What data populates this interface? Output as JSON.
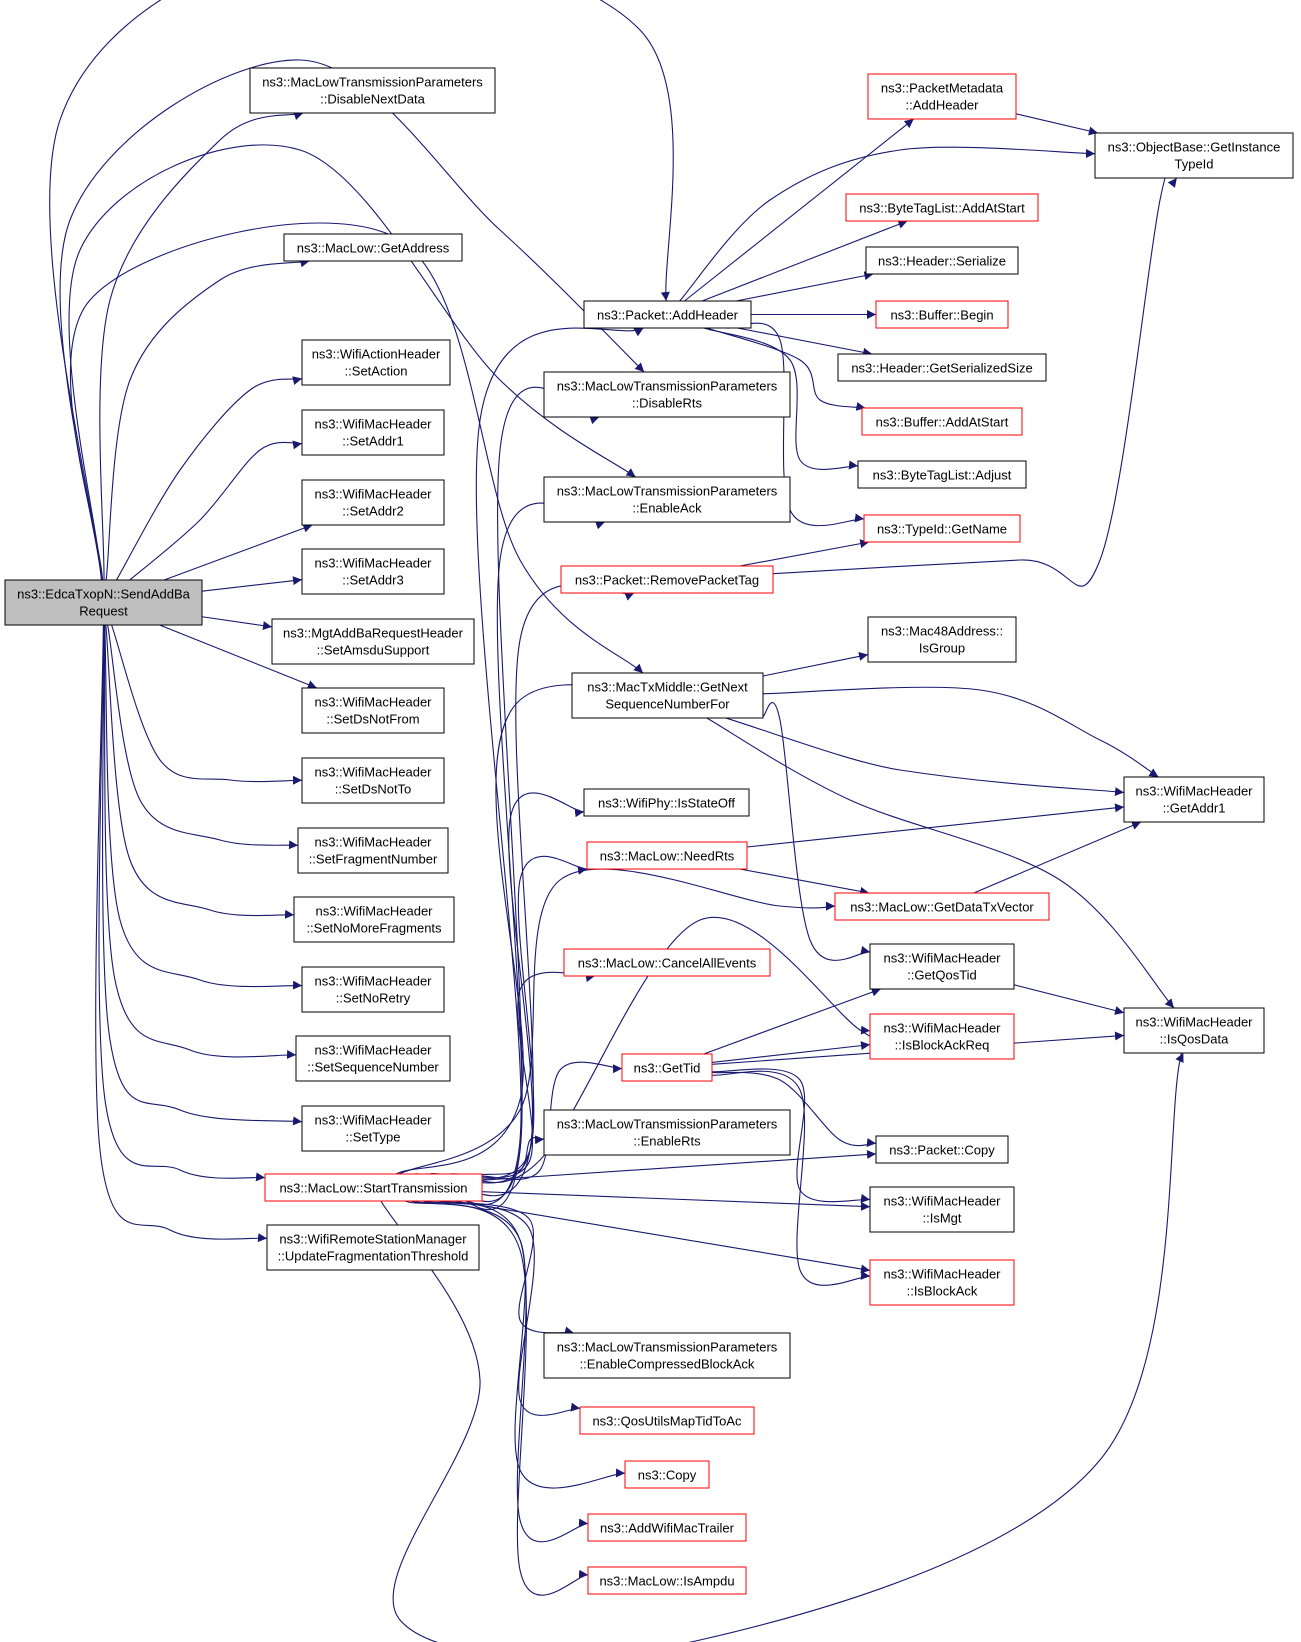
{
  "colors": {
    "edge": "#191970",
    "root_fill": "#bfbfbf",
    "normal_border": "#000000",
    "red_border": "#ff0000"
  },
  "nodes": [
    {
      "id": "root",
      "lines": [
        "ns3::EdcaTxopN::SendAddBa",
        "Request"
      ],
      "style": "root"
    },
    {
      "id": "disableNextData",
      "lines": [
        "ns3::MacLowTransmissionParameters",
        "::DisableNextData"
      ],
      "style": "black"
    },
    {
      "id": "getAddress",
      "lines": [
        "ns3::MacLow::GetAddress"
      ],
      "style": "black"
    },
    {
      "id": "setAction",
      "lines": [
        "ns3::WifiActionHeader",
        "::SetAction"
      ],
      "style": "black"
    },
    {
      "id": "setAddr1",
      "lines": [
        "ns3::WifiMacHeader",
        "::SetAddr1"
      ],
      "style": "black"
    },
    {
      "id": "setAddr2",
      "lines": [
        "ns3::WifiMacHeader",
        "::SetAddr2"
      ],
      "style": "black"
    },
    {
      "id": "setAddr3",
      "lines": [
        "ns3::WifiMacHeader",
        "::SetAddr3"
      ],
      "style": "black"
    },
    {
      "id": "setAmsdu",
      "lines": [
        "ns3::MgtAddBaRequestHeader",
        "::SetAmsduSupport"
      ],
      "style": "black"
    },
    {
      "id": "setDsNotFrom",
      "lines": [
        "ns3::WifiMacHeader",
        "::SetDsNotFrom"
      ],
      "style": "black"
    },
    {
      "id": "setDsNotTo",
      "lines": [
        "ns3::WifiMacHeader",
        "::SetDsNotTo"
      ],
      "style": "black"
    },
    {
      "id": "setFragNum",
      "lines": [
        "ns3::WifiMacHeader",
        "::SetFragmentNumber"
      ],
      "style": "black"
    },
    {
      "id": "setNoMoreFrag",
      "lines": [
        "ns3::WifiMacHeader",
        "::SetNoMoreFragments"
      ],
      "style": "black"
    },
    {
      "id": "setNoRetry",
      "lines": [
        "ns3::WifiMacHeader",
        "::SetNoRetry"
      ],
      "style": "black"
    },
    {
      "id": "setSeqNum",
      "lines": [
        "ns3::WifiMacHeader",
        "::SetSequenceNumber"
      ],
      "style": "black"
    },
    {
      "id": "setType",
      "lines": [
        "ns3::WifiMacHeader",
        "::SetType"
      ],
      "style": "black"
    },
    {
      "id": "startTx",
      "lines": [
        "ns3::MacLow::StartTransmission"
      ],
      "style": "red"
    },
    {
      "id": "updFrag",
      "lines": [
        "ns3::WifiRemoteStationManager",
        "::UpdateFragmentationThreshold"
      ],
      "style": "black"
    },
    {
      "id": "addHeader",
      "lines": [
        "ns3::Packet::AddHeader"
      ],
      "style": "black"
    },
    {
      "id": "disableRts",
      "lines": [
        "ns3::MacLowTransmissionParameters",
        "::DisableRts"
      ],
      "style": "black"
    },
    {
      "id": "enableAck",
      "lines": [
        "ns3::MacLowTransmissionParameters",
        "::EnableAck"
      ],
      "style": "black"
    },
    {
      "id": "removeTag",
      "lines": [
        "ns3::Packet::RemovePacketTag"
      ],
      "style": "red"
    },
    {
      "id": "getNextSeq",
      "lines": [
        "ns3::MacTxMiddle::GetNext",
        "SequenceNumberFor"
      ],
      "style": "black"
    },
    {
      "id": "isStateOff",
      "lines": [
        "ns3::WifiPhy::IsStateOff"
      ],
      "style": "black"
    },
    {
      "id": "needRts",
      "lines": [
        "ns3::MacLow::NeedRts"
      ],
      "style": "red"
    },
    {
      "id": "cancelAll",
      "lines": [
        "ns3::MacLow::CancelAllEvents"
      ],
      "style": "red"
    },
    {
      "id": "getTid",
      "lines": [
        "ns3::GetTid"
      ],
      "style": "red"
    },
    {
      "id": "enableRts",
      "lines": [
        "ns3::MacLowTransmissionParameters",
        "::EnableRts"
      ],
      "style": "black"
    },
    {
      "id": "enableCBA",
      "lines": [
        "ns3::MacLowTransmissionParameters",
        "::EnableCompressedBlockAck"
      ],
      "style": "black"
    },
    {
      "id": "qosMap",
      "lines": [
        "ns3::QosUtilsMapTidToAc"
      ],
      "style": "red"
    },
    {
      "id": "copy",
      "lines": [
        "ns3::Copy"
      ],
      "style": "red"
    },
    {
      "id": "addTrailer",
      "lines": [
        "ns3::AddWifiMacTrailer"
      ],
      "style": "red"
    },
    {
      "id": "isAmpdu",
      "lines": [
        "ns3::MacLow::IsAmpdu"
      ],
      "style": "red"
    },
    {
      "id": "pmAddHeader",
      "lines": [
        "ns3::PacketMetadata",
        "::AddHeader"
      ],
      "style": "red"
    },
    {
      "id": "btlAddAtStart",
      "lines": [
        "ns3::ByteTagList::AddAtStart"
      ],
      "style": "red"
    },
    {
      "id": "hdrSerialize",
      "lines": [
        "ns3::Header::Serialize"
      ],
      "style": "black"
    },
    {
      "id": "bufBegin",
      "lines": [
        "ns3::Buffer::Begin"
      ],
      "style": "red"
    },
    {
      "id": "hdrGetSize",
      "lines": [
        "ns3::Header::GetSerializedSize"
      ],
      "style": "black"
    },
    {
      "id": "bufAddAtStart",
      "lines": [
        "ns3::Buffer::AddAtStart"
      ],
      "style": "red"
    },
    {
      "id": "btlAdjust",
      "lines": [
        "ns3::ByteTagList::Adjust"
      ],
      "style": "black"
    },
    {
      "id": "typeIdGetName",
      "lines": [
        "ns3::TypeId::GetName"
      ],
      "style": "red"
    },
    {
      "id": "isGroup",
      "lines": [
        "ns3::Mac48Address::",
        "IsGroup"
      ],
      "style": "black"
    },
    {
      "id": "getDataTxVec",
      "lines": [
        "ns3::MacLow::GetDataTxVector"
      ],
      "style": "red"
    },
    {
      "id": "getQosTid",
      "lines": [
        "ns3::WifiMacHeader",
        "::GetQosTid"
      ],
      "style": "black"
    },
    {
      "id": "isBAReq",
      "lines": [
        "ns3::WifiMacHeader",
        "::IsBlockAckReq"
      ],
      "style": "red"
    },
    {
      "id": "pktCopy",
      "lines": [
        "ns3::Packet::Copy"
      ],
      "style": "black"
    },
    {
      "id": "isMgt",
      "lines": [
        "ns3::WifiMacHeader",
        "::IsMgt"
      ],
      "style": "black"
    },
    {
      "id": "isBA",
      "lines": [
        "ns3::WifiMacHeader",
        "::IsBlockAck"
      ],
      "style": "red"
    },
    {
      "id": "objGetTypeId",
      "lines": [
        "ns3::ObjectBase::GetInstance",
        "TypeId"
      ],
      "style": "black"
    },
    {
      "id": "getAddr1",
      "lines": [
        "ns3::WifiMacHeader",
        "::GetAddr1"
      ],
      "style": "black"
    },
    {
      "id": "isQosData",
      "lines": [
        "ns3::WifiMacHeader",
        "::IsQosData"
      ],
      "style": "black"
    }
  ]
}
